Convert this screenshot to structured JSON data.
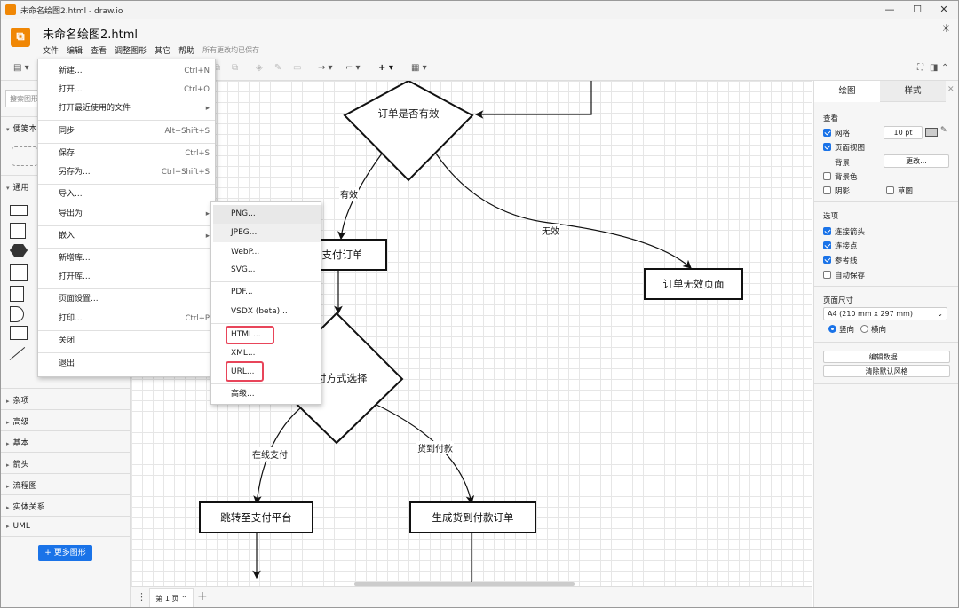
{
  "app": {
    "window_title": "未命名绘图2.html - draw.io",
    "doc_title": "未命名绘图2.html",
    "saved_status": "所有更改均已保存",
    "menus": [
      "文件",
      "编辑",
      "查看",
      "调整图形",
      "其它",
      "帮助"
    ]
  },
  "left_panel": {
    "search_placeholder": "搜索图形",
    "sections": [
      "便笺本",
      "通用",
      "杂项",
      "高级",
      "基本",
      "箭头",
      "流程图",
      "实体关系",
      "UML"
    ],
    "more_shapes": "+ 更多图形"
  },
  "file_menu": {
    "items": [
      {
        "label": "新建...",
        "shortcut": "Ctrl+N"
      },
      {
        "label": "打开...",
        "shortcut": "Ctrl+O"
      },
      {
        "label": "打开最近使用的文件",
        "shortcut": "▸"
      },
      {
        "label": "同步",
        "shortcut": "Alt+Shift+S"
      },
      {
        "label": "保存",
        "shortcut": "Ctrl+S"
      },
      {
        "label": "另存为...",
        "shortcut": "Ctrl+Shift+S"
      },
      {
        "label": "导入...",
        "shortcut": ""
      },
      {
        "label": "导出为",
        "shortcut": "▸"
      },
      {
        "label": "嵌入",
        "shortcut": "▸"
      },
      {
        "label": "新增库...",
        "shortcut": ""
      },
      {
        "label": "打开库...",
        "shortcut": ""
      },
      {
        "label": "页面设置...",
        "shortcut": ""
      },
      {
        "label": "打印...",
        "shortcut": "Ctrl+P"
      },
      {
        "label": "关闭",
        "shortcut": ""
      },
      {
        "label": "退出",
        "shortcut": ""
      }
    ]
  },
  "export_menu": {
    "items": [
      "PNG...",
      "JPEG...",
      "WebP...",
      "SVG...",
      "PDF...",
      "VSDX (beta)...",
      "HTML...",
      "XML...",
      "URL...",
      "高级..."
    ]
  },
  "diagram": {
    "decision1": "订单是否有效",
    "valid": "有效",
    "invalid": "无效",
    "process1": "生成支付订单",
    "invalid_page": "订单无效页面",
    "decision2": "支付方式选择",
    "online": "在线支付",
    "cod": "货到付款",
    "goto_pay": "跳转至支付平台",
    "cod_order": "生成货到付款订单"
  },
  "right_panel": {
    "tabs": [
      "绘图",
      "样式"
    ],
    "view_title": "查看",
    "grid": "网格",
    "grid_size": "10 pt",
    "page_view": "页面视图",
    "background": "背景",
    "change": "更改...",
    "bg_color": "背景色",
    "shadow": "阴影",
    "sketch": "草图",
    "options_title": "选项",
    "connection_arrows": "连接箭头",
    "connection_points": "连接点",
    "guides": "参考线",
    "autosave": "自动保存",
    "paper_size_title": "页面尺寸",
    "paper_size": "A4 (210 mm x 297 mm)",
    "portrait": "竖向",
    "landscape": "横向",
    "edit_data": "编辑数据...",
    "clear_style": "清除默认风格"
  },
  "bottom": {
    "page_tab": "第 1 页 ⌃"
  }
}
